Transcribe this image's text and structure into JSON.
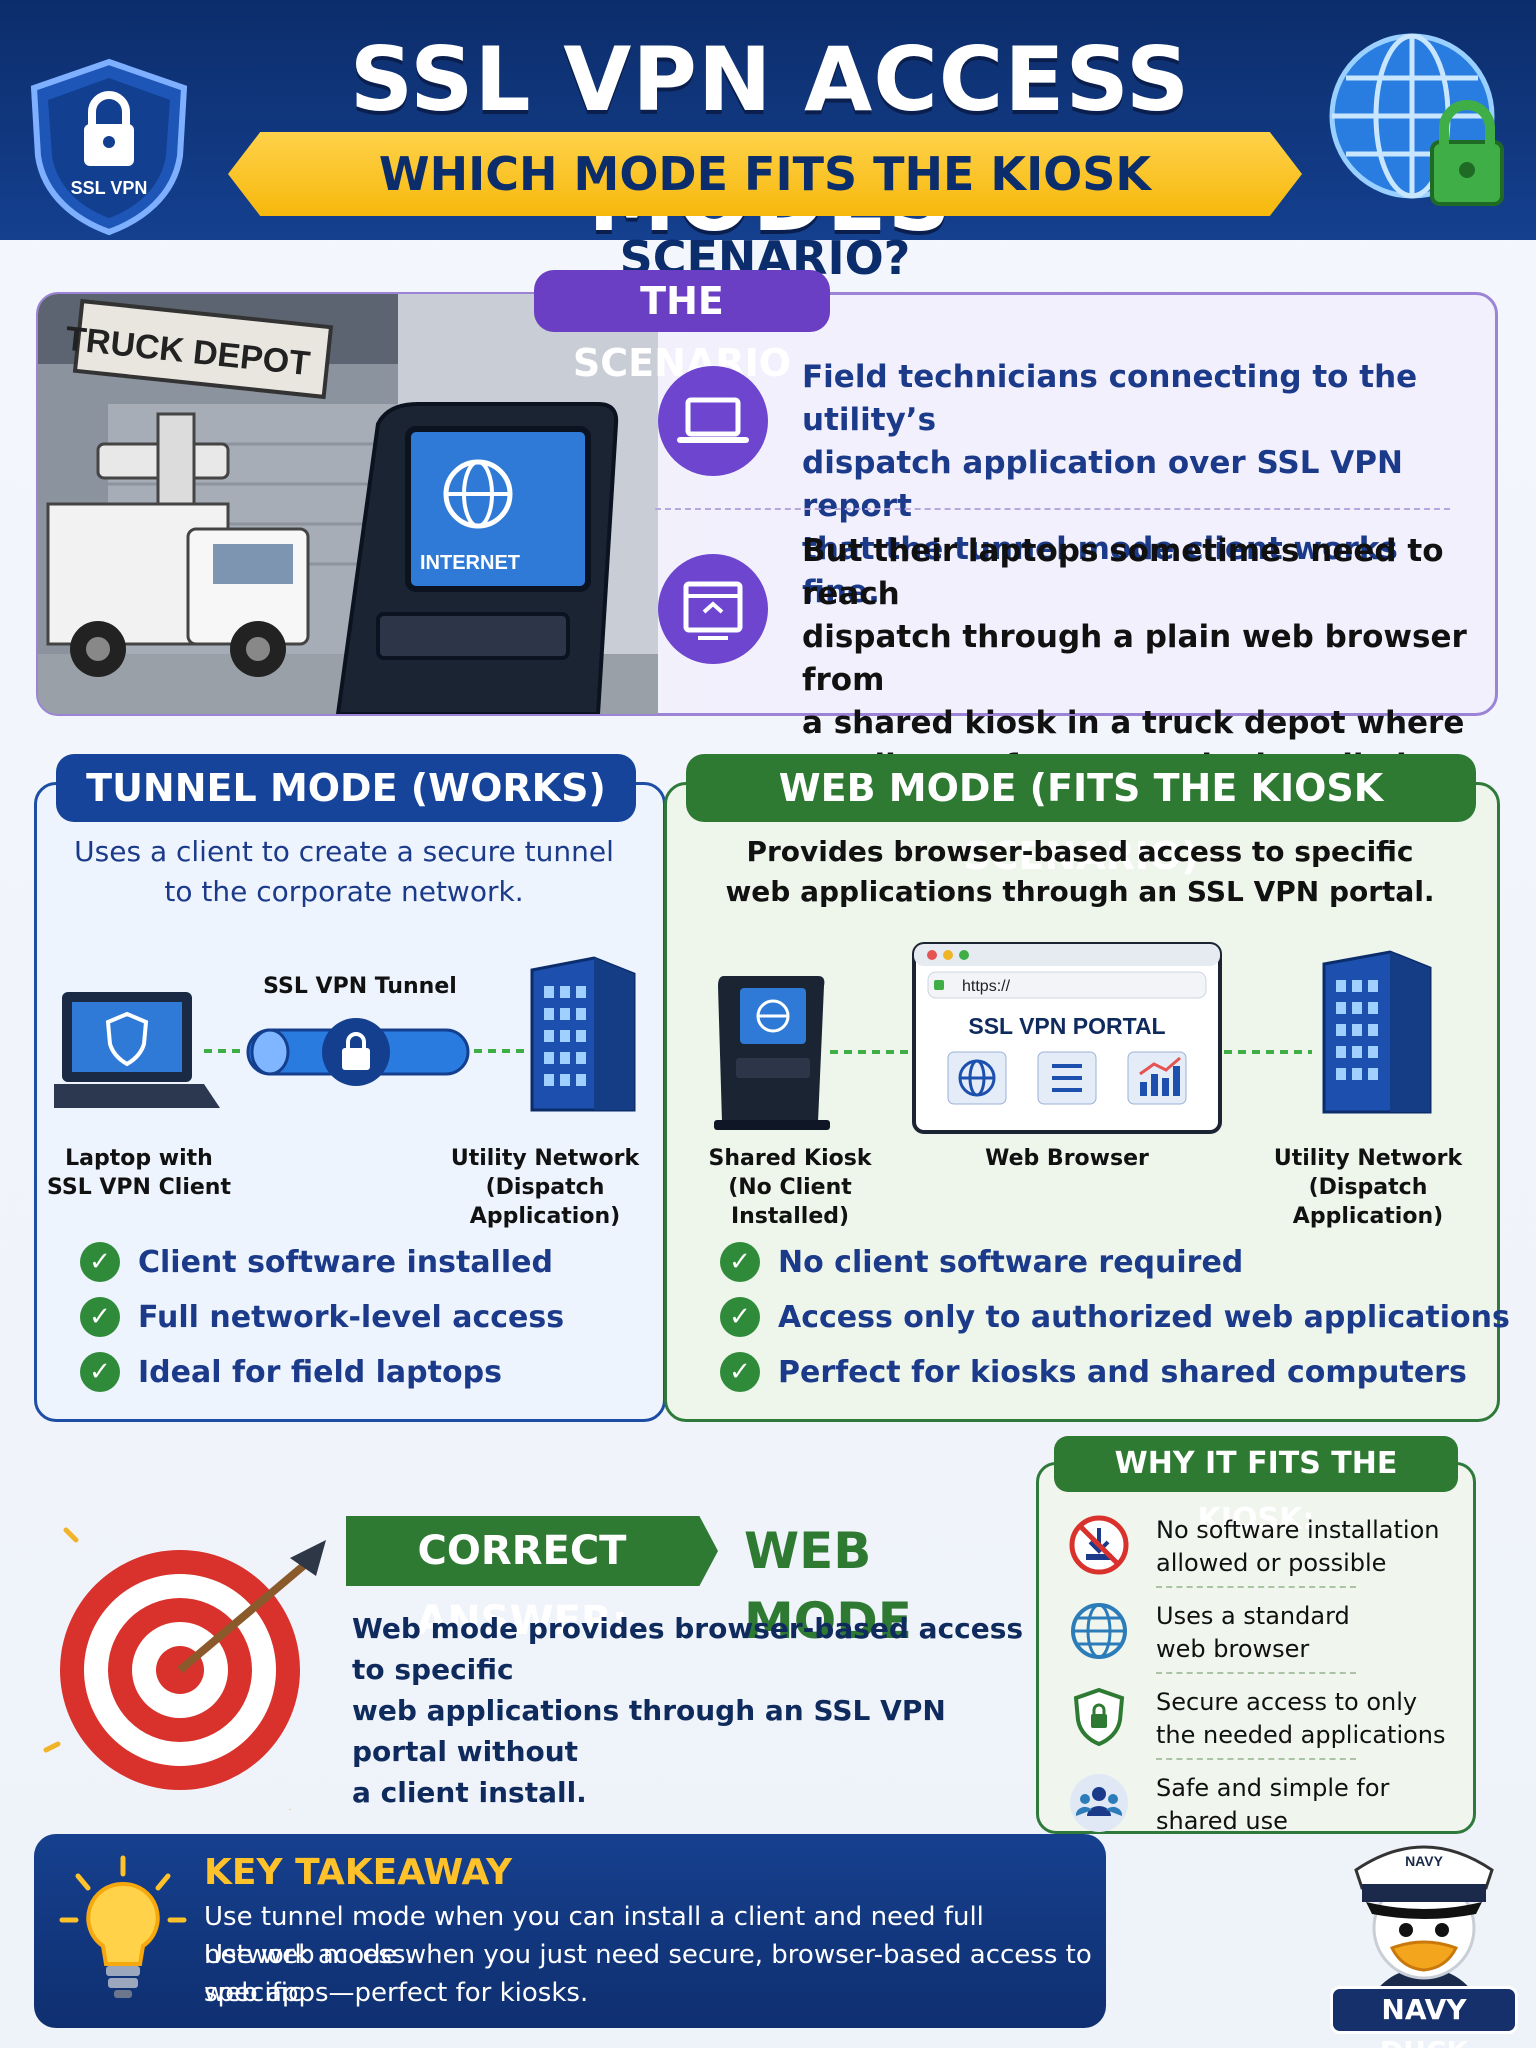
{
  "header": {
    "title": "SSL VPN ACCESS MODES",
    "subtitle": "WHICH MODE FITS THE KIOSK SCENARIO?",
    "shield_label": "SSL VPN"
  },
  "scenario": {
    "heading": "THE SCENARIO",
    "depot_sign": "TRUCK DEPOT",
    "kiosk_screen": "INTERNET",
    "lines_1": [
      "Field technicians connecting to the utility’s",
      "dispatch application over SSL VPN report",
      "that the tunnel mode client works fine."
    ],
    "lines_2": [
      "But their laptops sometimes need to reach",
      "dispatch through a plain web browser from",
      "a shared kiosk in a truck depot where",
      "no client software can be installed."
    ]
  },
  "tunnel": {
    "heading": "TUNNEL MODE (WORKS)",
    "desc": [
      "Uses a client to create a secure tunnel",
      "to the corporate network."
    ],
    "tunnel_label": "SSL VPN Tunnel",
    "left_label": [
      "Laptop with",
      "SSL VPN Client"
    ],
    "right_label": [
      "Utility Network",
      "(Dispatch Application)"
    ],
    "checks": [
      "Client software installed",
      "Full network-level access",
      "Ideal for field laptops"
    ]
  },
  "web": {
    "heading": "WEB MODE (FITS THE KIOSK SCENARIO)",
    "desc": [
      "Provides browser-based access to specific",
      "web applications through an SSL VPN portal."
    ],
    "url": "https://",
    "portal_title": "SSL VPN PORTAL",
    "kiosk_label": [
      "Shared Kiosk",
      "(No Client Installed)"
    ],
    "browser_label": "Web Browser",
    "network_label": [
      "Utility Network",
      "(Dispatch Application)"
    ],
    "checks": [
      "No client software required",
      "Access only to authorized web applications",
      "Perfect for kiosks and shared computers"
    ]
  },
  "answer": {
    "label": "CORRECT ANSWER:",
    "value": "WEB MODE",
    "body": [
      "Web mode provides browser-based access to specific",
      "web applications through an SSL VPN portal without",
      "a client install."
    ]
  },
  "why": {
    "heading": "WHY IT FITS THE KIOSK:",
    "items": [
      {
        "icon": "no-install-icon",
        "lines": [
          "No software installation",
          "allowed or possible"
        ]
      },
      {
        "icon": "globe-icon",
        "lines": [
          "Uses a standard",
          "web browser"
        ]
      },
      {
        "icon": "shield-lock-icon",
        "lines": [
          "Secure access to only",
          "the needed applications"
        ]
      },
      {
        "icon": "users-icon",
        "lines": [
          "Safe and simple for",
          "shared use"
        ]
      }
    ]
  },
  "takeaway": {
    "title": "KEY TAKEAWAY",
    "lines": [
      "Use tunnel mode when you can install a client and need full network access.",
      "Use web mode when you just need secure, browser-based access to specific",
      "web apps—perfect for kiosks."
    ]
  },
  "mascot": {
    "badge": "NAVY DUCK",
    "cap": "NAVY"
  },
  "colors": {
    "navy": "#0c2d6b",
    "gold": "#f6b80c",
    "purple": "#6b3fc3",
    "green": "#2f7a33",
    "blue": "#17449b"
  }
}
